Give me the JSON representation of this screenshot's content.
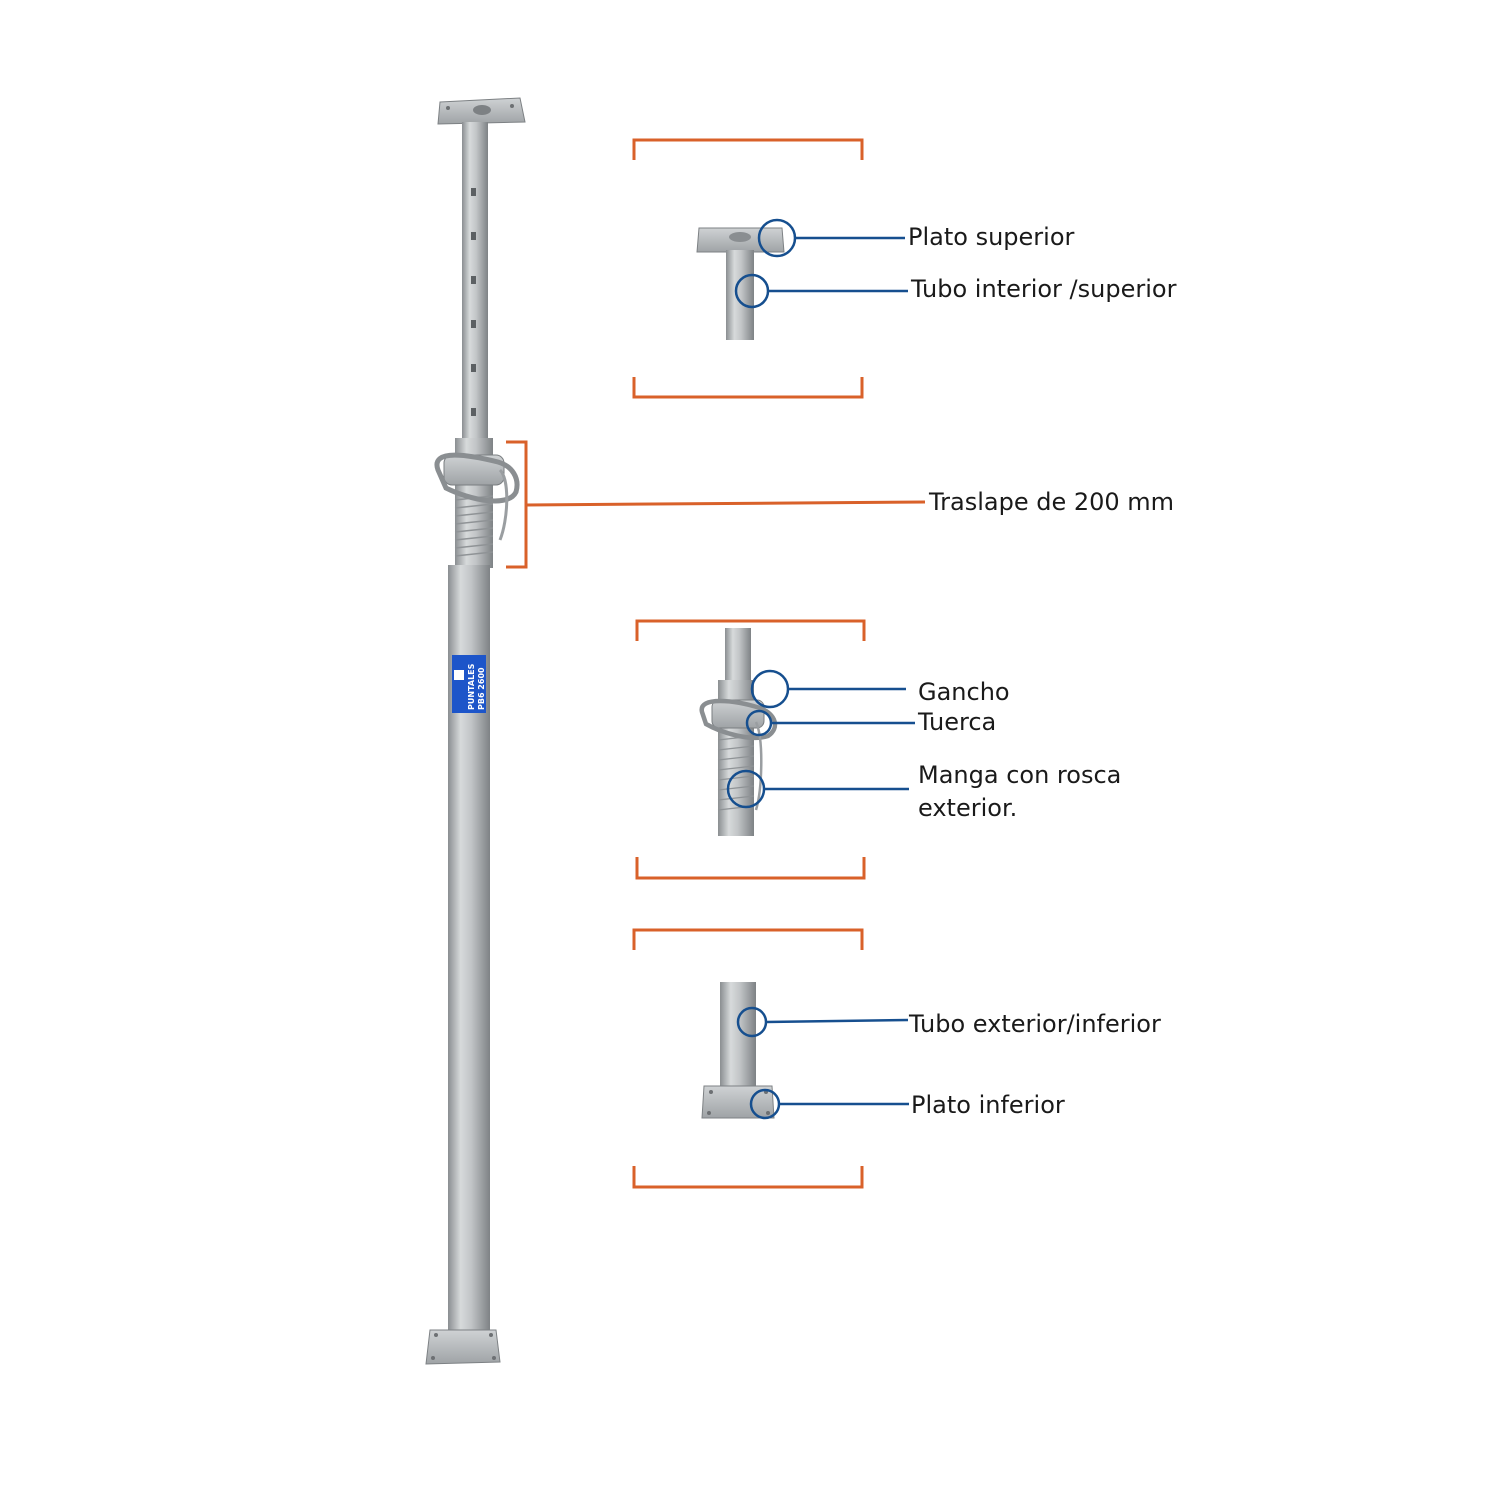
{
  "labels": {
    "top_plate": "Plato superior",
    "inner_tube": "Tubo interior /superior",
    "overlap": "Traslape de 200 mm",
    "hook": "Gancho",
    "nut": "Tuerca",
    "sleeve_line1": "Manga con rosca",
    "sleeve_line2": "exterior.",
    "outer_tube": "Tubo exterior/inferior",
    "bottom_plate": "Plato inferior"
  },
  "sticker": {
    "line1": "PUNTALES",
    "line2": "PB6 2600"
  },
  "colors": {
    "bracket": "#d9612a",
    "callout": "#164f8f",
    "steel": "#b9bcbe",
    "sticker": "#1d55c9"
  }
}
